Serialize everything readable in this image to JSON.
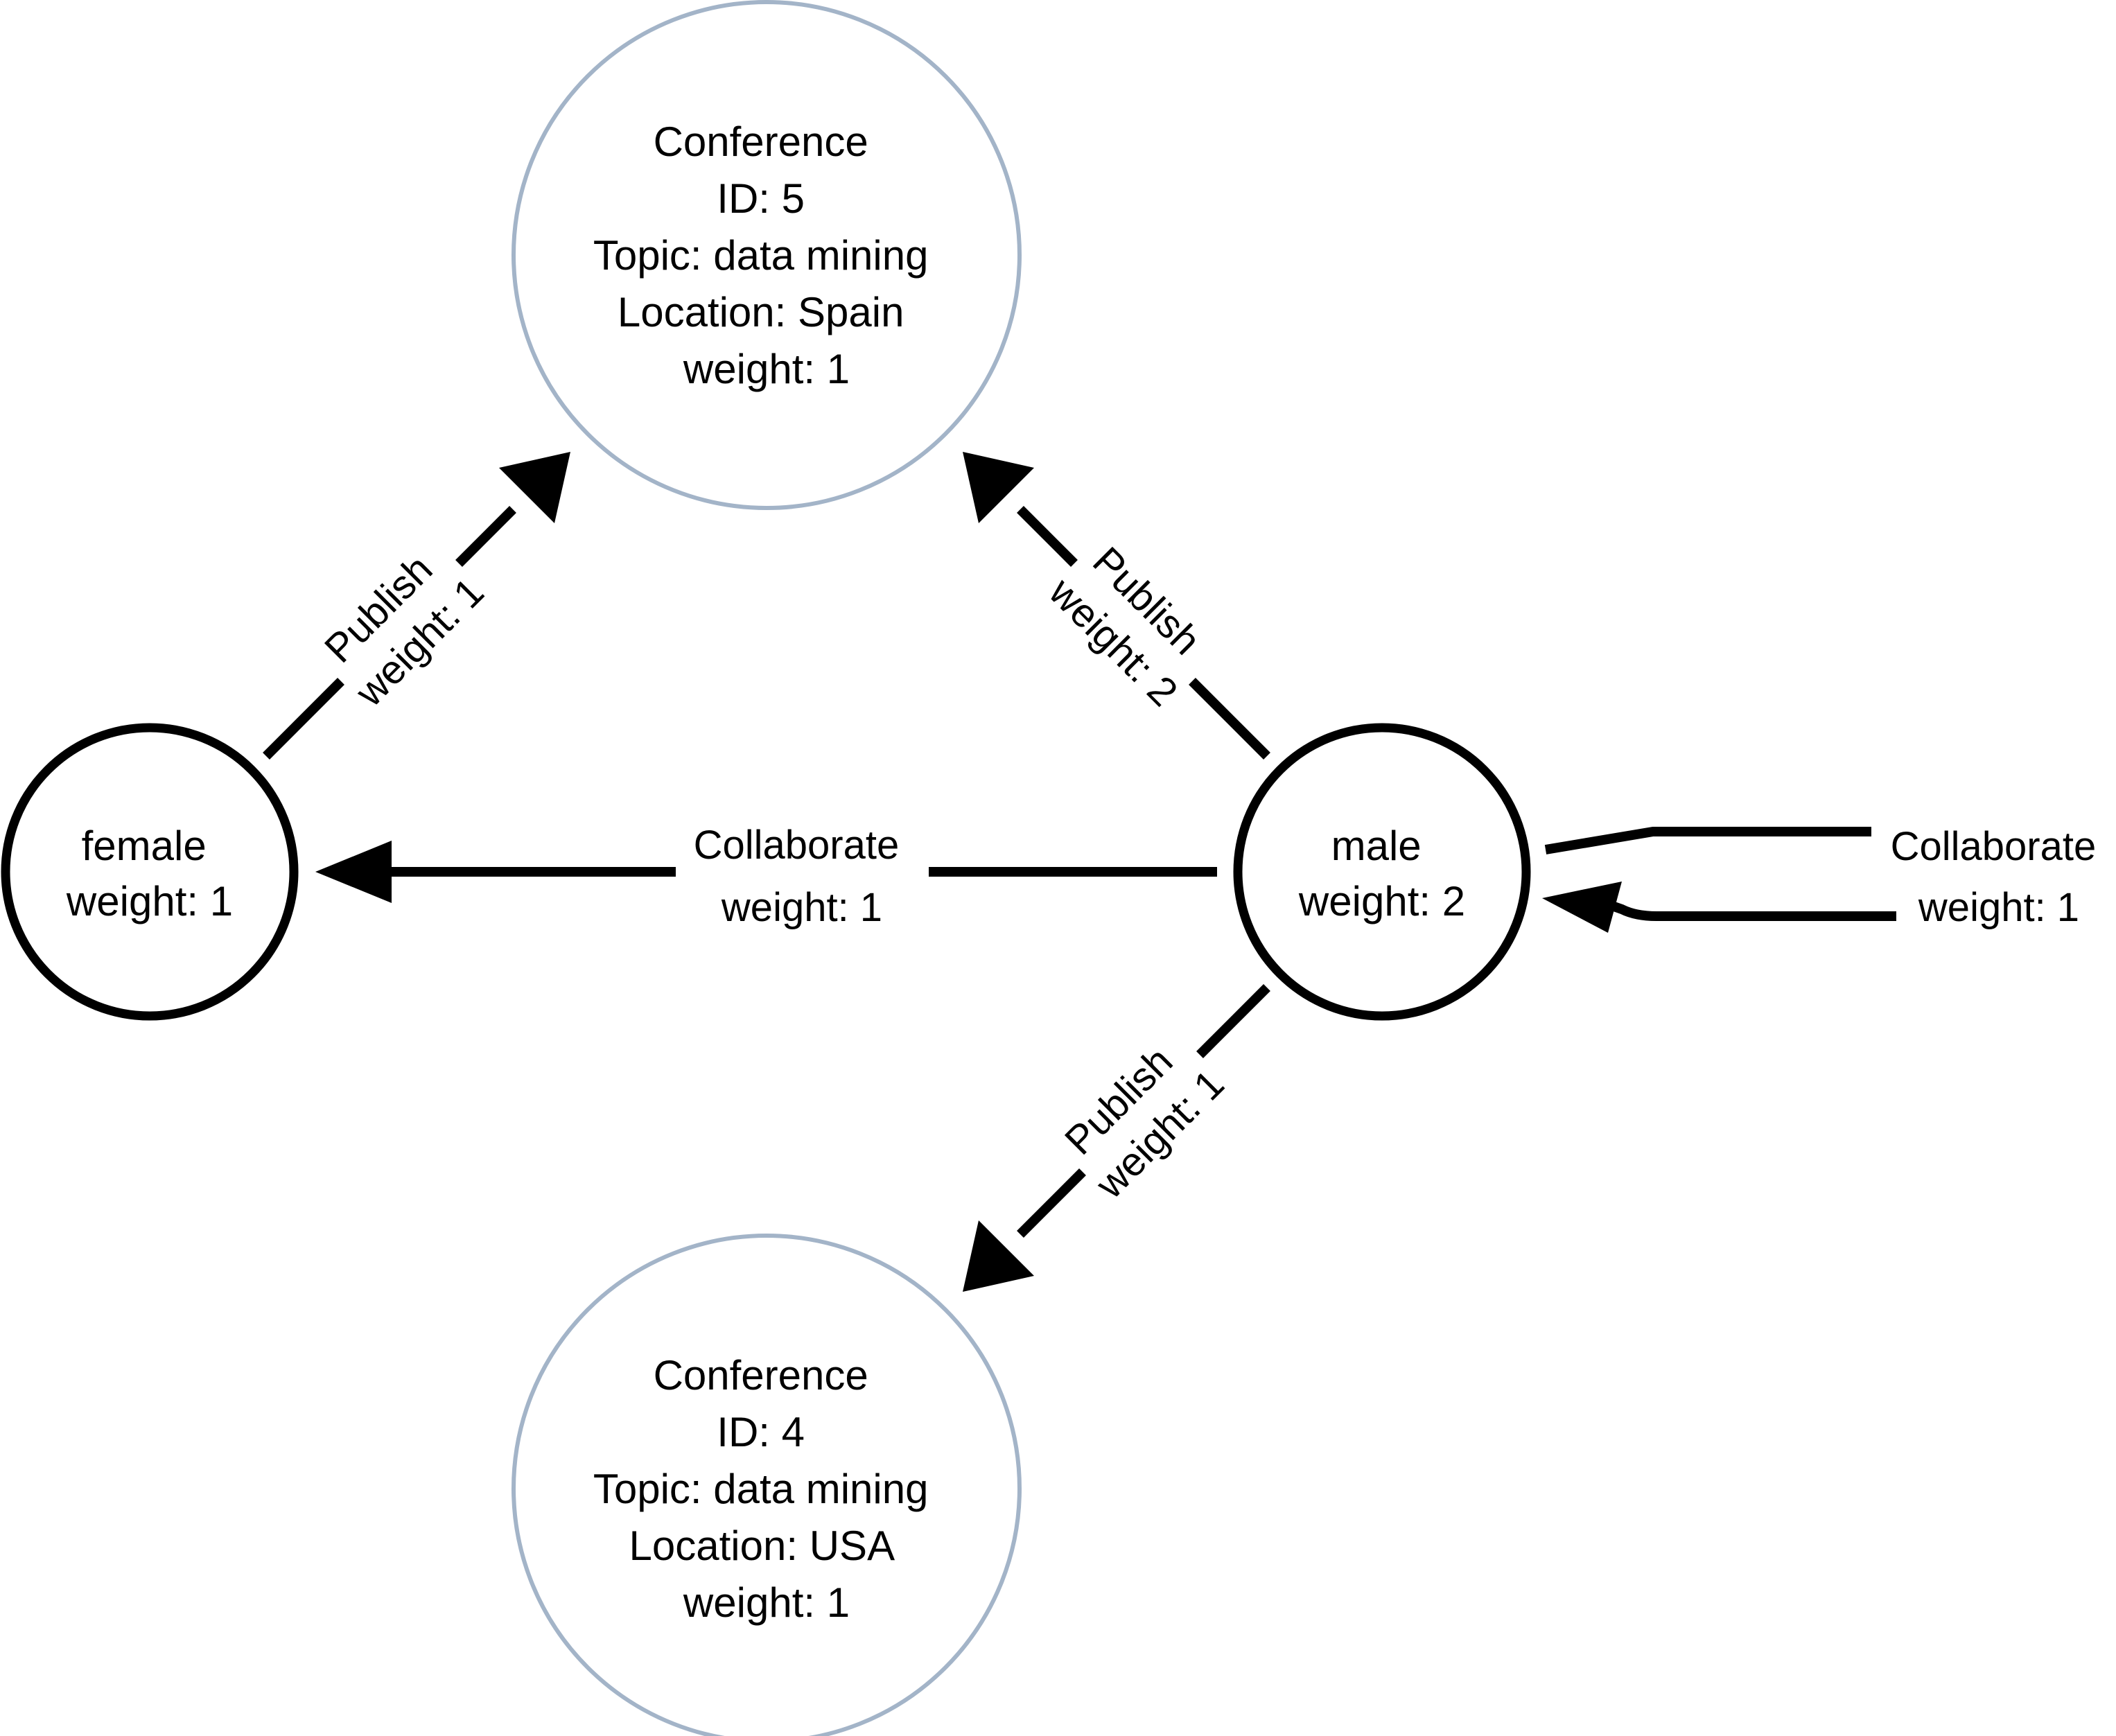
{
  "diagram": {
    "colors": {
      "person_node_stroke": "#000000",
      "conference_node_stroke": "#a3b4c8",
      "edge": "#000000",
      "background": "#ffffff"
    },
    "nodes": {
      "conf5": {
        "lines": [
          "Conference",
          "ID: 5",
          "Topic: data mining",
          "Location: Spain",
          "weight: 1"
        ]
      },
      "conf4": {
        "lines": [
          "Conference",
          "ID: 4",
          "Topic: data mining",
          "Location: USA",
          "weight: 1"
        ]
      },
      "female": {
        "lines": [
          "female",
          "weight: 1"
        ]
      },
      "male": {
        "lines": [
          "male",
          "weight: 2"
        ]
      }
    },
    "edges": {
      "female_publish": {
        "lines": [
          "Publish",
          "weight: 1"
        ]
      },
      "male_publish_conf5": {
        "lines": [
          "Publish",
          "weight: 2"
        ]
      },
      "male_collaborate_female": {
        "lines": [
          "Collaborate",
          "weight: 1"
        ]
      },
      "male_self_collaborate": {
        "lines": [
          "Collaborate",
          "weight: 1"
        ]
      },
      "male_publish_conf4": {
        "lines": [
          "Publish",
          "weight: 1"
        ]
      }
    }
  }
}
